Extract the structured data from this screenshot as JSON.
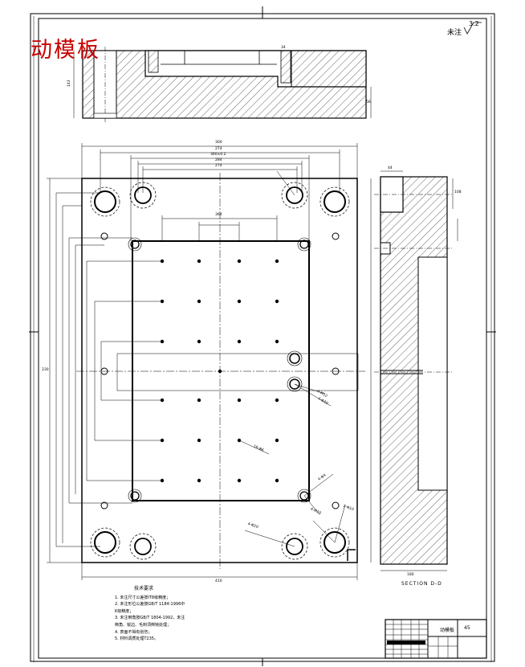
{
  "title": "动模板",
  "surface_finish_note": "未注",
  "roughness_value": "3.2",
  "section_label": "SECTION D-D",
  "notes": {
    "title": "技术要求",
    "items": [
      "1. 未注尺寸公差按IT8级精度；",
      "2. 未注形位公差按GB/T 1184-1996中",
      "   K级精度；",
      "3. 未注倒角按GB/T 1804-1992，未注",
      "   倒角、锐边、毛刺须倒钝处理；",
      "4. 表面不得有划伤；",
      "5. 材料调质处理T235。"
    ]
  },
  "title_block": {
    "part_name": "动模板",
    "quantity": "45"
  },
  "dimensions": {
    "top_overall": "300",
    "top_2": "274",
    "top_3": "360±0.2",
    "top_4": "284",
    "top_5": "274",
    "bottom_overall": "410",
    "bottom_2": "364",
    "side_width": "44",
    "side_height": "108",
    "right_side": "56",
    "left_big": "230",
    "section_bottom": "180",
    "top_view_height": "143",
    "top_view_right": "34",
    "hole_note_1": "4-M12",
    "hole_note_2": "4-Φ30",
    "hole_note_3": "4-Φ4",
    "hole_note_4": "2-Φ10",
    "hole_note_5": "16-Φ6",
    "hole_note_6": "4-M10",
    "hole_note_7": "4-Φ20"
  }
}
